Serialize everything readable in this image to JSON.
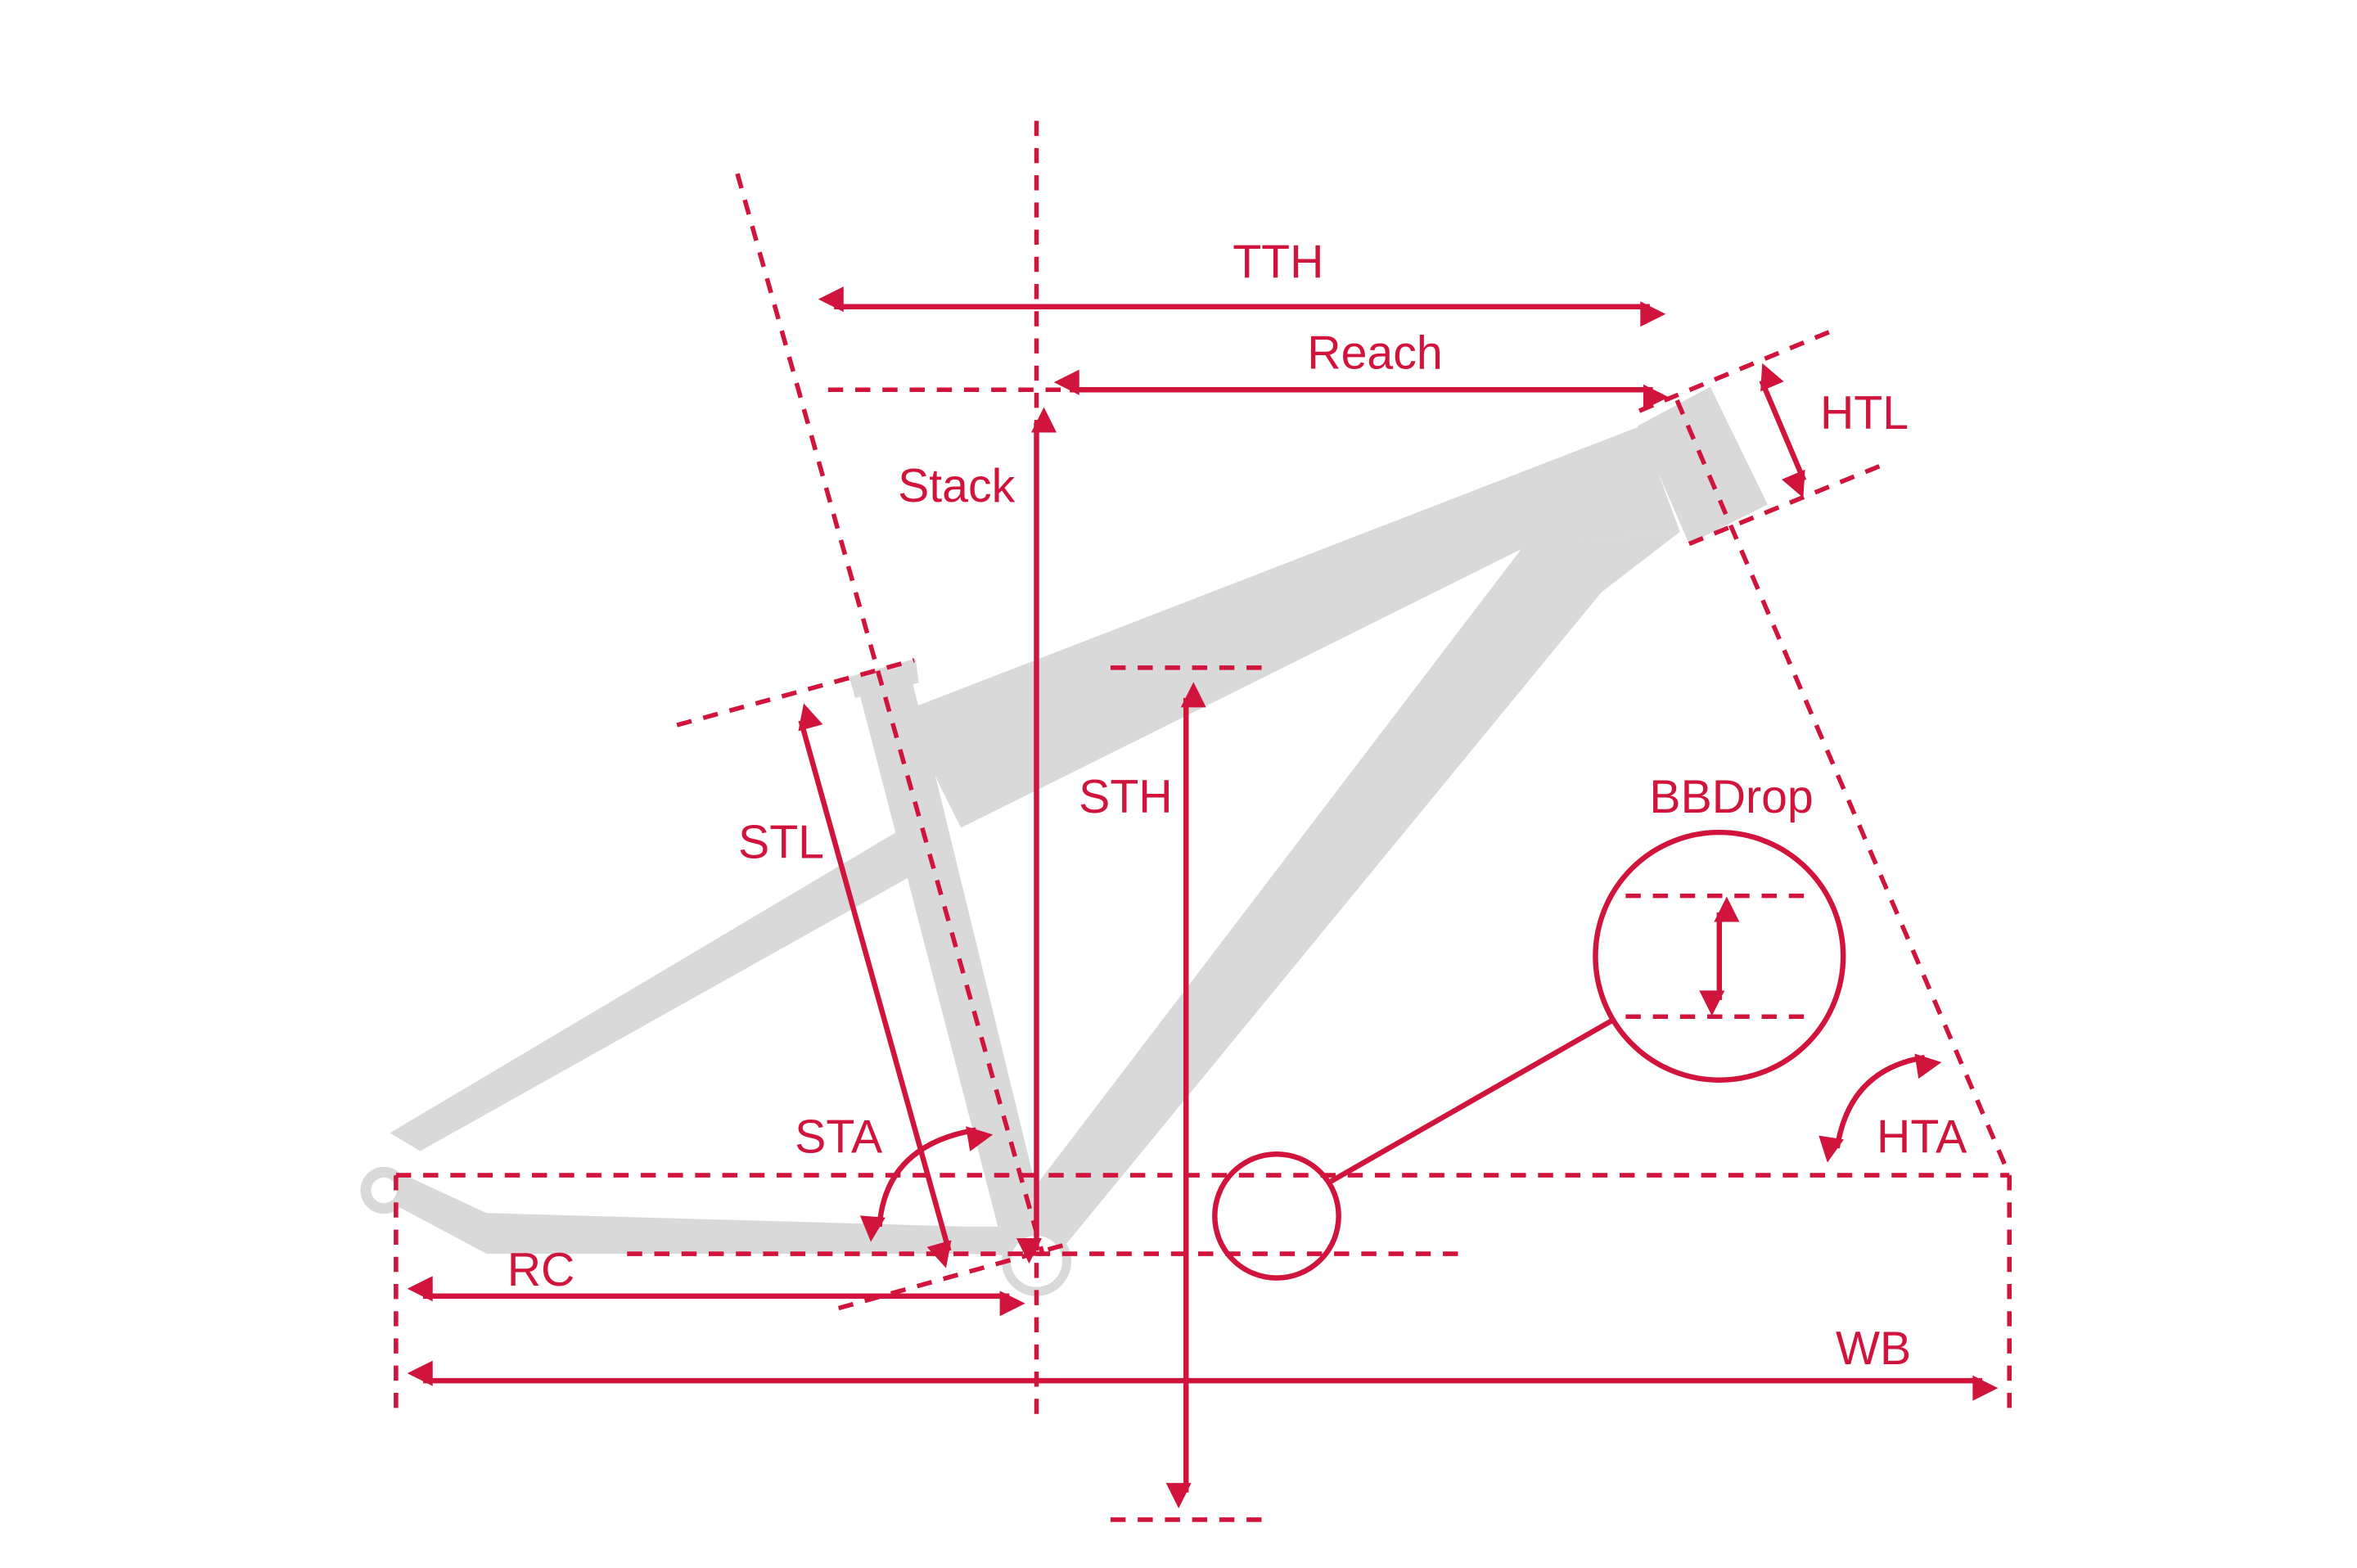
{
  "title": "Bike frame geometry diagram",
  "colors": {
    "accent": "#d0143c",
    "frame": "#d9d9d9"
  },
  "labels": {
    "tth": "TTH",
    "reach": "Reach",
    "htl": "HTL",
    "stack": "Stack",
    "sth": "STH",
    "stl": "STL",
    "bbdrop": "BBDrop",
    "sta": "STA",
    "hta": "HTA",
    "rc": "RC",
    "wb": "WB"
  }
}
